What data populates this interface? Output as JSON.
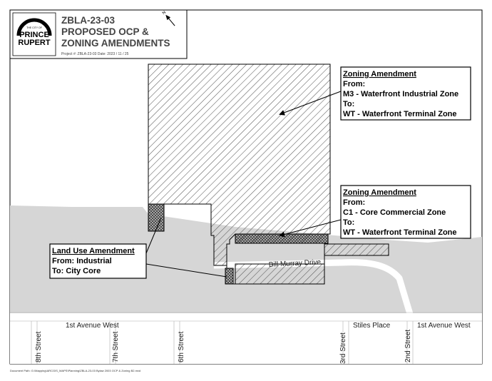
{
  "title_block": {
    "logo": {
      "top_text": "THE CITY OF",
      "line1": "PRINCE",
      "line2": "RUPERT"
    },
    "title_line1": "ZBLA-23-03",
    "title_line2": "PROPOSED OCP &",
    "title_line3": "ZONING AMENDMENTS",
    "project_meta": "Project #: ZBLA-23-03   Date: 2023 / 11 / 25"
  },
  "callouts": {
    "zoning_1": {
      "title": "Zoning Amendment",
      "line1": "From:",
      "line2": "M3 - Waterfront Industrial Zone",
      "line3": "To:",
      "line4": "WT - Waterfront Terminal Zone"
    },
    "zoning_2": {
      "title": "Zoning Amendment",
      "line1": "From:",
      "line2": "C1 - Core Commercial Zone",
      "line3": "To:",
      "line4": "WT - Waterfront Terminal Zone"
    },
    "land_use": {
      "title": "Land Use Amendment",
      "line1": "From: Industrial",
      "line2": "To: City Core"
    }
  },
  "streets": {
    "bill_murray": "Bill Murray Drive",
    "first_ave_left": "1st Avenue West",
    "first_ave_right": "1st Avenue West",
    "stiles": "Stiles Place",
    "eighth": "8th Street",
    "seventh": "7th Street",
    "sixth": "6th Street",
    "third": "3rd Street",
    "second": "2nd Street"
  },
  "footer": {
    "document_path": "Document Path: G:\\Mapping\\ARCGIS_MAPS\\Planning\\ZBLA-23-03 Bylaw 2003 OCP & Zoning B2.mxd"
  },
  "colors": {
    "land": "#ffffff",
    "water": "#d9d9d9",
    "road": "#ffffff",
    "hatch": "#555555",
    "outline": "#000000"
  }
}
